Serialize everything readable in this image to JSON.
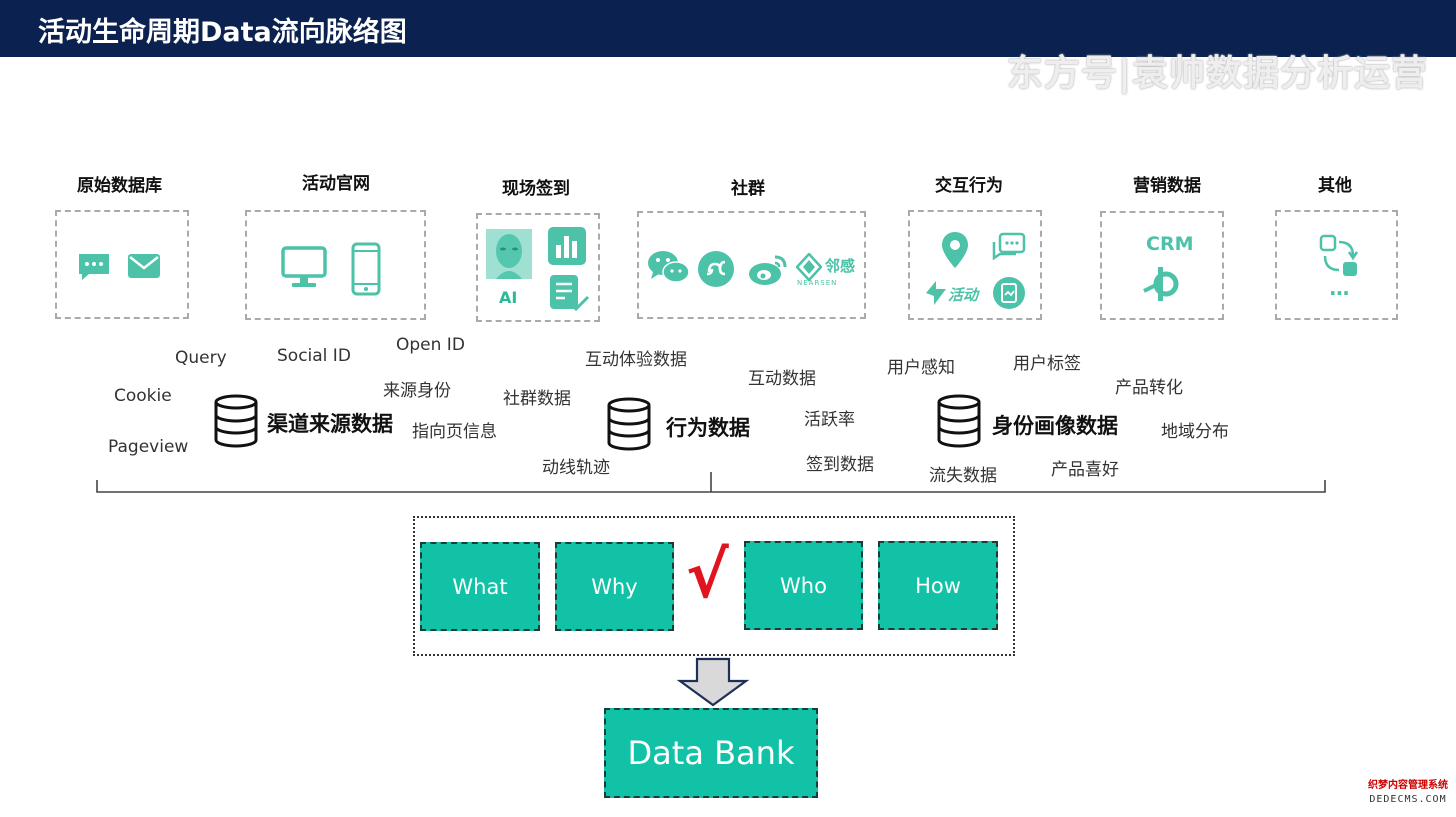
{
  "header": {
    "title": "活动生命周期Data流向脉络图"
  },
  "watermark": "东方号|袁帅数据分析运营",
  "sources": [
    {
      "label": "原始数据库",
      "icons": [
        "chat-bubble-icon",
        "mail-icon"
      ]
    },
    {
      "label": "活动官网",
      "icons": [
        "desktop-monitor-icon",
        "mobile-phone-icon"
      ]
    },
    {
      "label": "现场签到",
      "icons": [
        "ai-face-icon",
        "bar-chart-icon",
        "checklist-icon"
      ],
      "icon_text": "AI"
    },
    {
      "label": "社群",
      "icons": [
        "wechat-icon",
        "mini-program-icon",
        "weibo-icon",
        "nearsen-logo-icon"
      ],
      "logo_text": "邻感",
      "logo_subtext": "NEARSEN"
    },
    {
      "label": "交互行为",
      "icons": [
        "location-pin-icon",
        "message-icon",
        "brand-logo-icon",
        "document-icon"
      ]
    },
    {
      "label": "营销数据",
      "icons": [
        "crm-icon",
        "qq-icon"
      ],
      "icon_text": "CRM"
    },
    {
      "label": "其他",
      "icons": [
        "sync-icon",
        "more-icon"
      ],
      "icon_text": "..."
    }
  ],
  "groups": [
    {
      "label": "渠道来源数据",
      "terms": [
        "Query",
        "Social ID",
        "Open ID",
        "Cookie",
        "来源身份",
        "Pageview",
        "指向页信息"
      ]
    },
    {
      "label": "行为数据",
      "terms": [
        "互动体验数据",
        "社群数据",
        "动线轨迹",
        "互动数据",
        "活跃率",
        "签到数据"
      ]
    },
    {
      "label": "身份画像数据",
      "terms": [
        "用户感知",
        "用户标签",
        "产品转化",
        "地域分布",
        "流失数据",
        "产品喜好"
      ]
    }
  ],
  "questions": [
    "What",
    "Why",
    "Who",
    "How"
  ],
  "check_mark": "√",
  "output": {
    "label": "Data Bank"
  },
  "corner_mark": {
    "line1": "织梦内容管理系统",
    "line2": "DEDECMS.COM"
  },
  "colors": {
    "header_bg": "#0b2150",
    "teal": "#12c2a6",
    "icon_teal": "#4cc2a8",
    "check_red": "#e0141e"
  }
}
